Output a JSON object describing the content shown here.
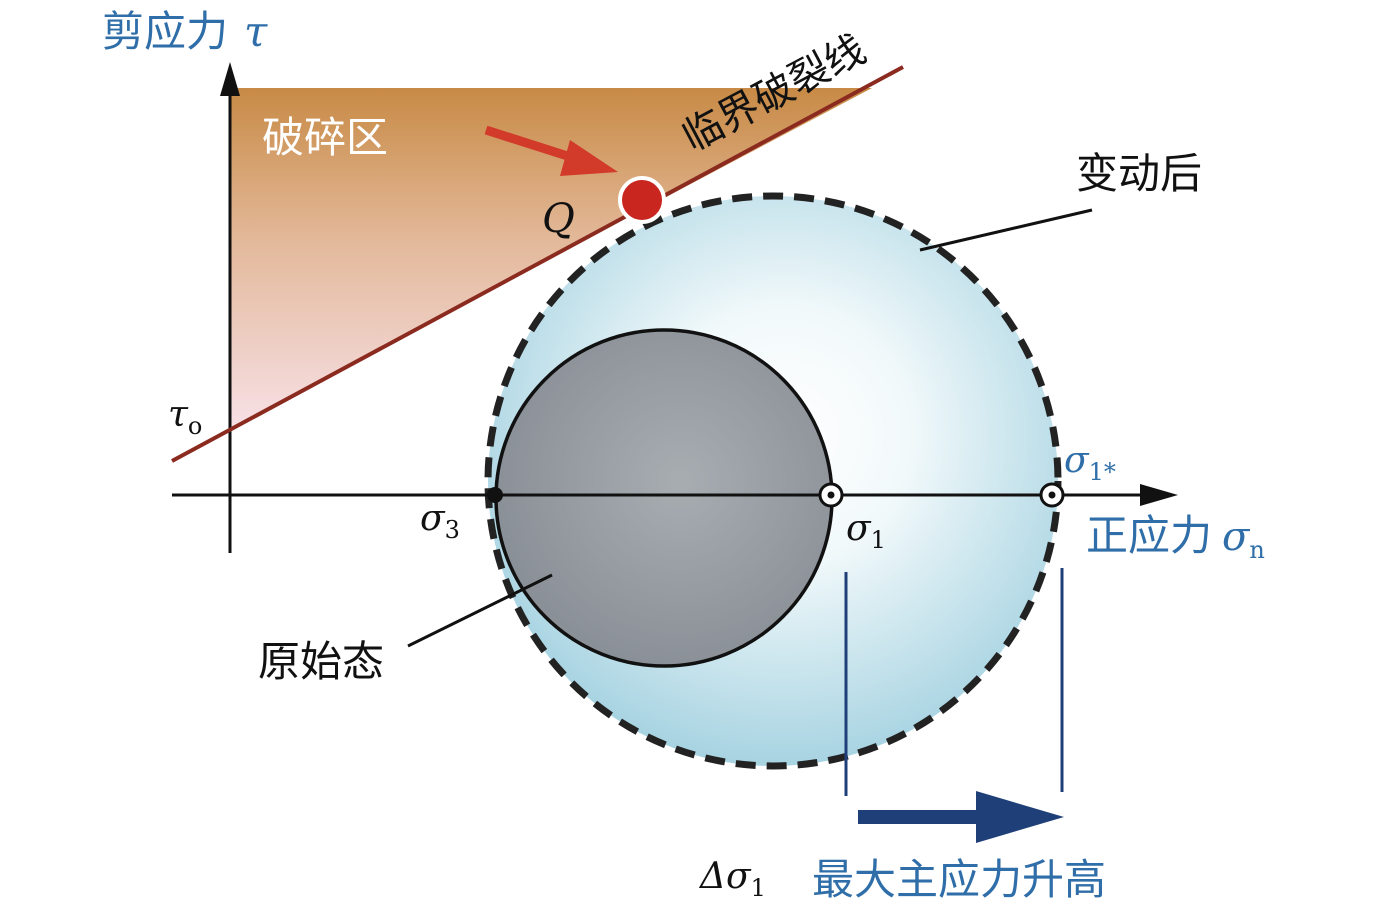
{
  "labels": {
    "y_axis_title": "剪应力",
    "y_axis_symbol": "τ",
    "x_axis_title": "正应力",
    "x_axis_symbol": "σ",
    "x_axis_sub": "n",
    "crush_zone": "破碎区",
    "critical_line": "临界破裂线",
    "after_change": "变动后",
    "original_state": "原始态",
    "point_q": "Q",
    "tau0_symbol": "τ",
    "tau0_sub": "o",
    "sigma3_symbol": "σ",
    "sigma3_sub": "3",
    "sigma1_symbol": "σ",
    "sigma1_sub": "1",
    "sigma1star_symbol": "σ",
    "sigma1star_sub": "1*",
    "delta_sigma_symbol": "Δσ",
    "delta_sigma_sub": "1",
    "max_stress_increase": "最大主应力升高"
  },
  "colors": {
    "axis_label_blue": "#2f6ea8",
    "failure_line": "#8b2a1e",
    "arrow_red": "#d23a2a",
    "point_red": "#c8261e",
    "original_circle": "#8c9299",
    "after_circle": "#bfe0ea",
    "dimension_blue": "#1f3f78",
    "zone_top": "#c88a45",
    "zone_bottom": "#f6dde2"
  }
}
